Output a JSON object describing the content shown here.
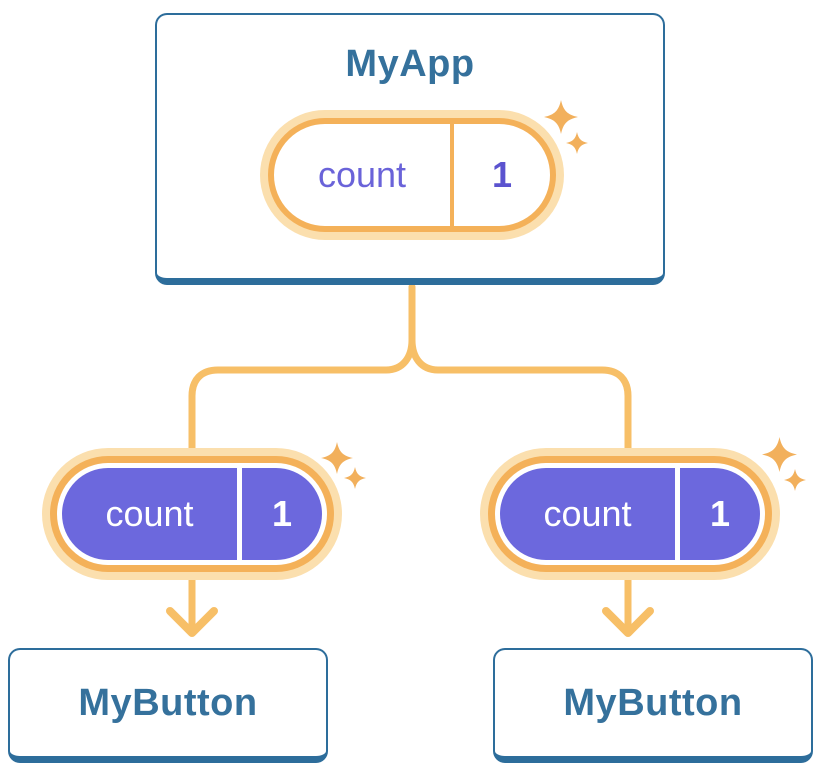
{
  "colors": {
    "page_bg": "#ffffff",
    "card_bg": "#ffffff",
    "card_border": "#2d6d9b",
    "title_text": "#35719c",
    "connector": "#f7bf67",
    "pill_ring": "#f4b159",
    "pill_glow": "#fbdfae",
    "state_text": "#6a63d9",
    "state_value_text": "#5b53cf",
    "prop_pill_bg": "#6c68dd",
    "prop_pill_text": "#ffffff",
    "sparkle": "#f2b05c"
  },
  "diagram": {
    "root": {
      "title": "MyApp",
      "state": {
        "name": "count",
        "value": "1"
      }
    },
    "children": [
      {
        "title": "MyButton",
        "prop": {
          "name": "count",
          "value": "1"
        }
      },
      {
        "title": "MyButton",
        "prop": {
          "name": "count",
          "value": "1"
        }
      }
    ]
  }
}
